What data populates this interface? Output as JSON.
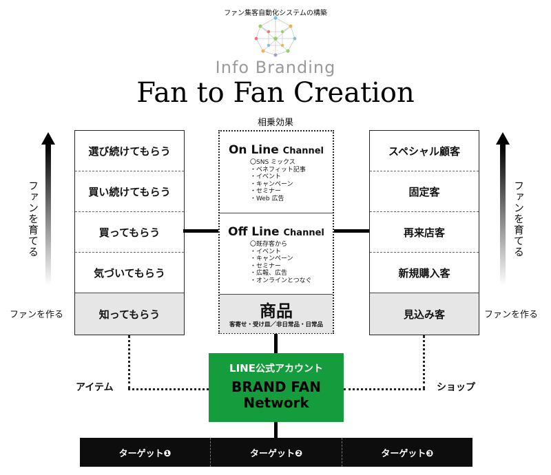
{
  "header": {
    "caption": "ファン集客自動化システムの構築",
    "brand": "Info Branding",
    "title": "Fan to Fan Creation",
    "synergy": "相乗効果"
  },
  "left_column": {
    "items": [
      "選び続けてもらう",
      "買い続けてもらう",
      "買ってもらう",
      "気づいてもらう",
      "知ってもらう"
    ]
  },
  "right_column": {
    "items": [
      "スペシャル顧客",
      "固定客",
      "再来店客",
      "新規購入客",
      "見込み客"
    ]
  },
  "side_labels": {
    "grow_fans_left": "ファンを育てる",
    "grow_fans_right": "ファンを育てる",
    "make_fans_left": "ファンを作る",
    "make_fans_right": "ファンを作る"
  },
  "online": {
    "title_main": "On Line",
    "title_sub": "Channel",
    "items": [
      "〇SNS ミックス",
      "・ベネフィット記事",
      "・イベント",
      "・キャンペーン",
      "・セミナー",
      "・Web 広告"
    ]
  },
  "offline": {
    "title_main": "Off Line",
    "title_sub": "Channel",
    "items": [
      "〇既存客から",
      "・イベント",
      "・キャンペーン",
      "・セミナー",
      "・広報、広告",
      "・オンラインとつなぐ"
    ]
  },
  "product": {
    "title": "商品",
    "subtitle": "客寄せ・受け皿／非日常品・日常品"
  },
  "line_account": {
    "heading_line": "LINE",
    "heading_rest": "公式アカウント",
    "network_line1": "BRAND FAN",
    "network_line2": "Network"
  },
  "connectors": {
    "item_label": "アイテム",
    "shop_label": "ショップ"
  },
  "targets": [
    "ターゲット❶",
    "ターゲット❷",
    "ターゲット❸"
  ],
  "colors": {
    "line_green": "#159c3c",
    "target_bar": "#0d0d0d",
    "shade": "#e6e6e6"
  }
}
